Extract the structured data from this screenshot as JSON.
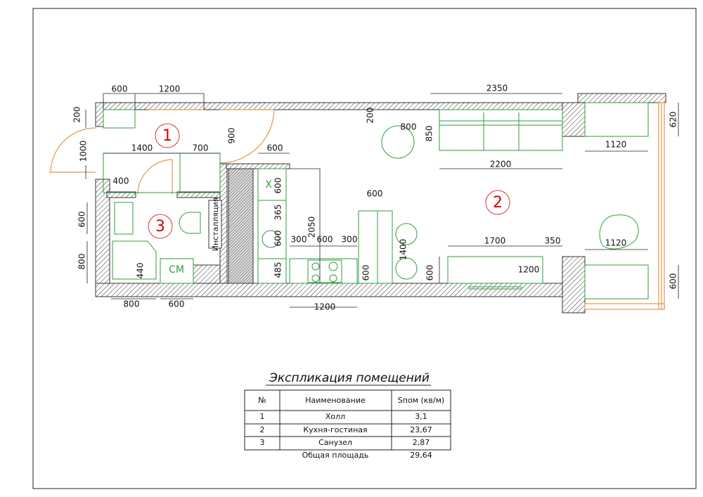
{
  "rooms": [
    "1",
    "2",
    "3"
  ],
  "labels": {
    "installation": "Инсталляция",
    "washer": "СМ",
    "fridge": "Х"
  },
  "dims": [
    "600",
    "1200",
    "200",
    "1000",
    "1400",
    "700",
    "900",
    "600",
    "400",
    "600",
    "800",
    "440",
    "800",
    "600",
    "600",
    "365",
    "600",
    "2050",
    "485",
    "300",
    "600",
    "300",
    "600",
    "1200",
    "600",
    "1400",
    "600",
    "2350",
    "200",
    "800",
    "850",
    "2200",
    "1120",
    "620",
    "1700",
    "350",
    "1200",
    "1120",
    "600"
  ],
  "table": {
    "title": "Экспликация помещений",
    "headers": [
      "№",
      "Наименование",
      "Sпом (кв/м)"
    ],
    "rows": [
      [
        "1",
        "Холл",
        "3,1"
      ],
      [
        "2",
        "Кухня-гостиная",
        "23,67"
      ],
      [
        "3",
        "Санузел",
        "2,87"
      ]
    ],
    "total_label": "Общая площадь",
    "total_value": "29,64"
  },
  "colors": {
    "furniture": "#2e9e3e",
    "doors": "#e8954a",
    "room_marker": "#dd0000"
  }
}
